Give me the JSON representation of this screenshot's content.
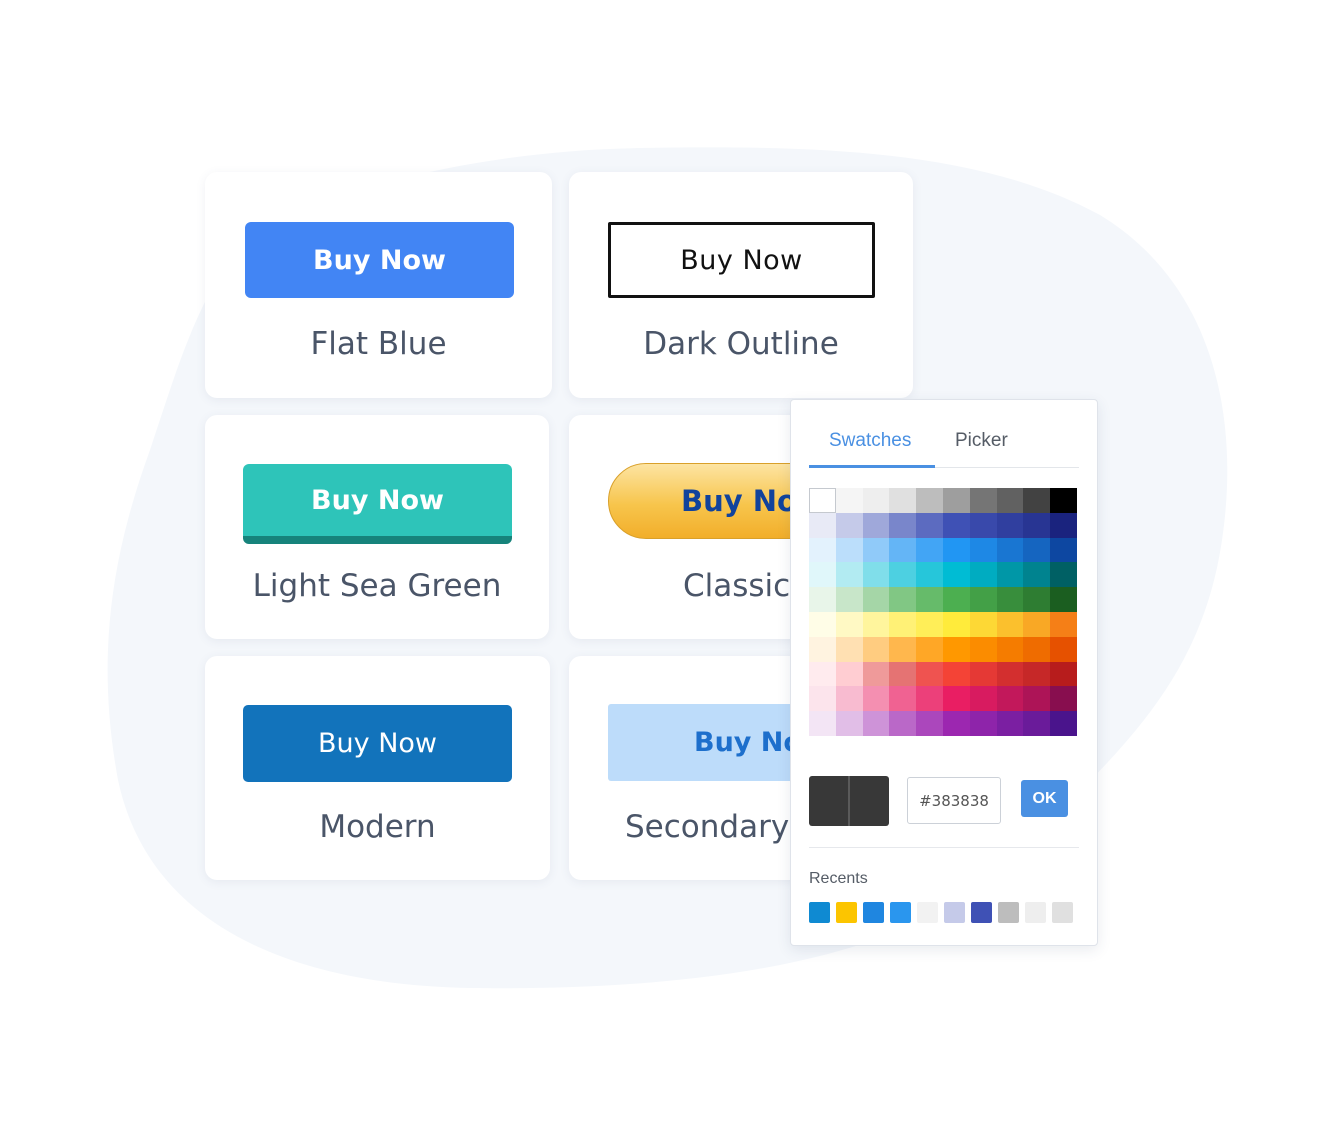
{
  "cards": [
    {
      "button": "Buy Now",
      "label": "Flat Blue"
    },
    {
      "button": "Buy Now",
      "label": "Dark Outline"
    },
    {
      "button": "Buy Now",
      "label": "Light Sea Green"
    },
    {
      "button": "Buy Now",
      "label": "Classic"
    },
    {
      "button": "Buy Now",
      "label": "Modern"
    },
    {
      "button": "Buy Now",
      "label": "Secondary"
    }
  ],
  "colors": {
    "flat_blue": "#4285f4",
    "light_sea_green": "#2ec4b9",
    "modern": "#1273bb",
    "secondary": "#bddcfa",
    "accent": "#4a90e2",
    "blob": "#f4f7fb"
  },
  "color_picker": {
    "tabs": {
      "swatches": "Swatches",
      "picker": "Picker"
    },
    "active_tab": "Swatches",
    "swatch_rows": [
      [
        "#ffffff",
        "#f5f5f5",
        "#eeeeee",
        "#e0e0e0",
        "#bdbdbd",
        "#9e9e9e",
        "#757575",
        "#616161",
        "#424242",
        "#000000"
      ],
      [
        "#e8eaf6",
        "#c5cae9",
        "#9fa8da",
        "#7986cb",
        "#5c6bc0",
        "#3f51b5",
        "#3949ab",
        "#303f9f",
        "#283593",
        "#1a237e"
      ],
      [
        "#e3f2fd",
        "#bbdefb",
        "#90caf9",
        "#64b5f6",
        "#42a5f5",
        "#2196f3",
        "#1e88e5",
        "#1976d2",
        "#1565c0",
        "#0d47a1"
      ],
      [
        "#e0f7fa",
        "#b2ebf2",
        "#80deea",
        "#4dd0e1",
        "#26c6da",
        "#00bcd4",
        "#00acc1",
        "#0097a7",
        "#00838f",
        "#006064"
      ],
      [
        "#e8f5e9",
        "#c8e6c9",
        "#a5d6a7",
        "#81c784",
        "#66bb6a",
        "#4caf50",
        "#43a047",
        "#388e3c",
        "#2e7d32",
        "#1b5e20"
      ],
      [
        "#fffde7",
        "#fff9c4",
        "#fff59d",
        "#fff176",
        "#ffee58",
        "#ffeb3b",
        "#fdd835",
        "#fbc02d",
        "#f9a825",
        "#f57f17"
      ],
      [
        "#fff3e0",
        "#ffe0b2",
        "#ffcc80",
        "#ffb74d",
        "#ffa726",
        "#ff9800",
        "#fb8c00",
        "#f57c00",
        "#ef6c00",
        "#e65100"
      ],
      [
        "#ffebee",
        "#ffcdd2",
        "#ef9a9a",
        "#e57373",
        "#ef5350",
        "#f44336",
        "#e53935",
        "#d32f2f",
        "#c62828",
        "#b71c1c"
      ],
      [
        "#fce4ec",
        "#f8bbd0",
        "#f48fb1",
        "#f06292",
        "#ec407a",
        "#e91e63",
        "#d81b60",
        "#c2185b",
        "#ad1457",
        "#880e4f"
      ],
      [
        "#f3e5f5",
        "#e1bee7",
        "#ce93d8",
        "#ba68c8",
        "#ab47bc",
        "#9c27b0",
        "#8e24aa",
        "#7b1fa2",
        "#6a1b9a",
        "#4a148c"
      ]
    ],
    "preview_color": "#383838",
    "hex_value": "#383838",
    "ok_label": "OK",
    "recents_label": "Recents",
    "recents": [
      "#0f8ad2",
      "#fcc500",
      "#1f86e0",
      "#2a96ee",
      "#f2f2f2",
      "#c5cae9",
      "#3f51b5",
      "#bdbdbd",
      "#eeeeee",
      "#e0e0e0"
    ]
  }
}
